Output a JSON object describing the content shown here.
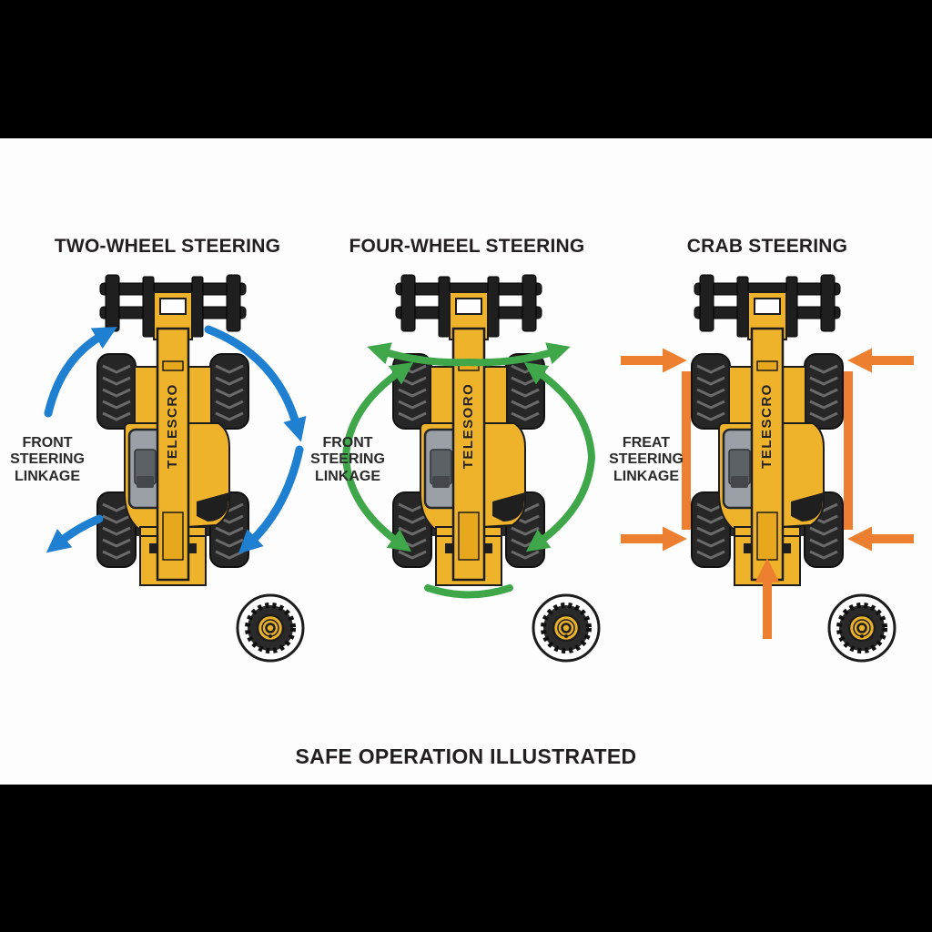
{
  "letterbox": {
    "color": "#000000",
    "top_bar": "present",
    "bottom_bar": "present"
  },
  "caption": "SAFE OPERATION ILLUSTRATED",
  "panels": [
    {
      "title": "TWO-WHEEL STEERING",
      "side_label": "FRONT\nSTEERING\nLINKAGE",
      "boom_text": "TELESCRO",
      "arrow_color": "#1f7fd0",
      "arrow_style": "blue-turning-circle-arcs"
    },
    {
      "title": "FOUR-WHEEL STEERING",
      "side_label": "FRONT\nSTEERING\nLINKAGE",
      "boom_text": "TELESORO",
      "arrow_color": "#3fa74a",
      "arrow_style": "green-rotation-arcs"
    },
    {
      "title": "CRAB STEERING",
      "side_label": "FREAT\nSTEERING\nLINKAGE",
      "boom_text": "TELESCRO",
      "arrow_color": "#ec8030",
      "arrow_style": "orange-lateral-arrows"
    }
  ],
  "machine_colors": {
    "body": "#efb32b",
    "outline": "#1c1c1c",
    "tires": "#262626",
    "cab_window": "#9aa0a6",
    "seat": "#5c6165"
  }
}
